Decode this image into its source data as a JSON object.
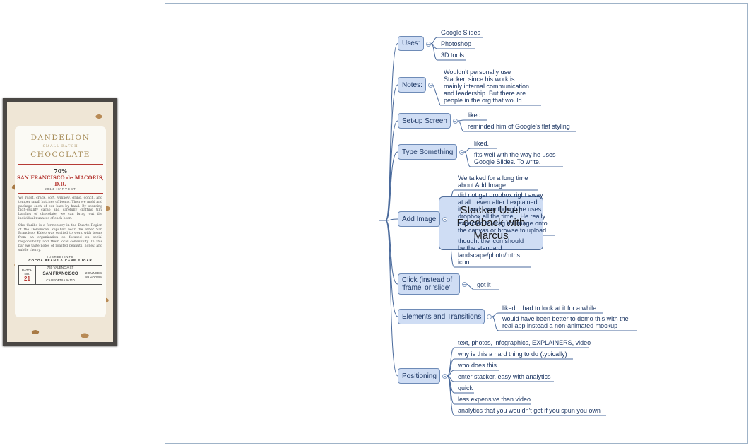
{
  "photo": {
    "brand_line1": "DANDELION",
    "brand_small": "SMALL-BATCH",
    "brand_line2": "CHOCOLATE",
    "percent": "70%",
    "origin": "SAN FRANCISCO de MACORÍS, D.R.",
    "harvest": "2014 HARVEST",
    "para1": "We roast, crack, sort, winnow, grind, conch, and temper small batches of beans. Then we mold and package each of our bars by hand. By sourcing high-quality cacao and carefully crafting tiny batches of chocolate, we can bring out the individual nuances of each bean.",
    "para2": "Öko Caribe is a fermentary in the Duarte Region of the Dominican Republic near the other San Francisco. Kaleb was excited to work with beans from an organization so focused on social responsibility and their local community. In this bar we taste notes of roasted peanuts, honey, and subtle cherry.",
    "ingredients_label": "INGREDIENTS",
    "ingredients": "COCOA BEANS & CANE SUGAR",
    "batch_label": "BATCH NO.",
    "batch_no": "21",
    "address": "740 VALENCIA ST",
    "city": "SAN FRANCISCO",
    "state": "CALIFORNIA 94110",
    "weight": "2 OUNCES 56 GRAMS"
  },
  "mindmap": {
    "central": "Stacker User Feedback with Marcus",
    "topics": [
      {
        "label": "Uses:",
        "subs": [
          "Google Slides",
          "Photoshop",
          "3D tools"
        ]
      },
      {
        "label": "Notes:",
        "subs": [
          "Wouldn't personally use\nStacker, since his work is\nmainly internal communication\nand leadership. But there are\npeople in the org that would."
        ]
      },
      {
        "label": "Set-up Screen",
        "subs": [
          "liked",
          "reminded him of Google's flat styling"
        ]
      },
      {
        "label": "Type Something",
        "subs": [
          "liked.",
          "fits well with the way he uses\nGoogle Slides. To write."
        ]
      },
      {
        "label": "Add Image",
        "subs": [
          "We talked for a long time\nabout Add Image",
          "did not get dropbox right away\nat all.. even after I explained\nit. ...and even though he uses\ndropbox all the time. ..He really\nexpected to drag an image onto\nthe canvas or browse to upload",
          "thought the icon should\nbe the standard\nlandscape/photo/mtns\nicon"
        ]
      },
      {
        "label": "Click (instead of\n'frame' or 'slide'",
        "subs": [
          "got it"
        ]
      },
      {
        "label": "Elements and Transitions",
        "subs": [
          "liked... had to look at it for a while.",
          "would have been better to demo this with the\nreal app instead a non-animated mockup"
        ]
      },
      {
        "label": "Positioning",
        "subs": [
          "text, photos, infographics, EXPLAINERS, video",
          "why is this a hard thing to do (typically)",
          "who does this",
          "enter stacker, easy with analytics",
          "quick",
          "less expensive than video",
          "analytics that you wouldn't get if you spun you own"
        ]
      }
    ]
  }
}
